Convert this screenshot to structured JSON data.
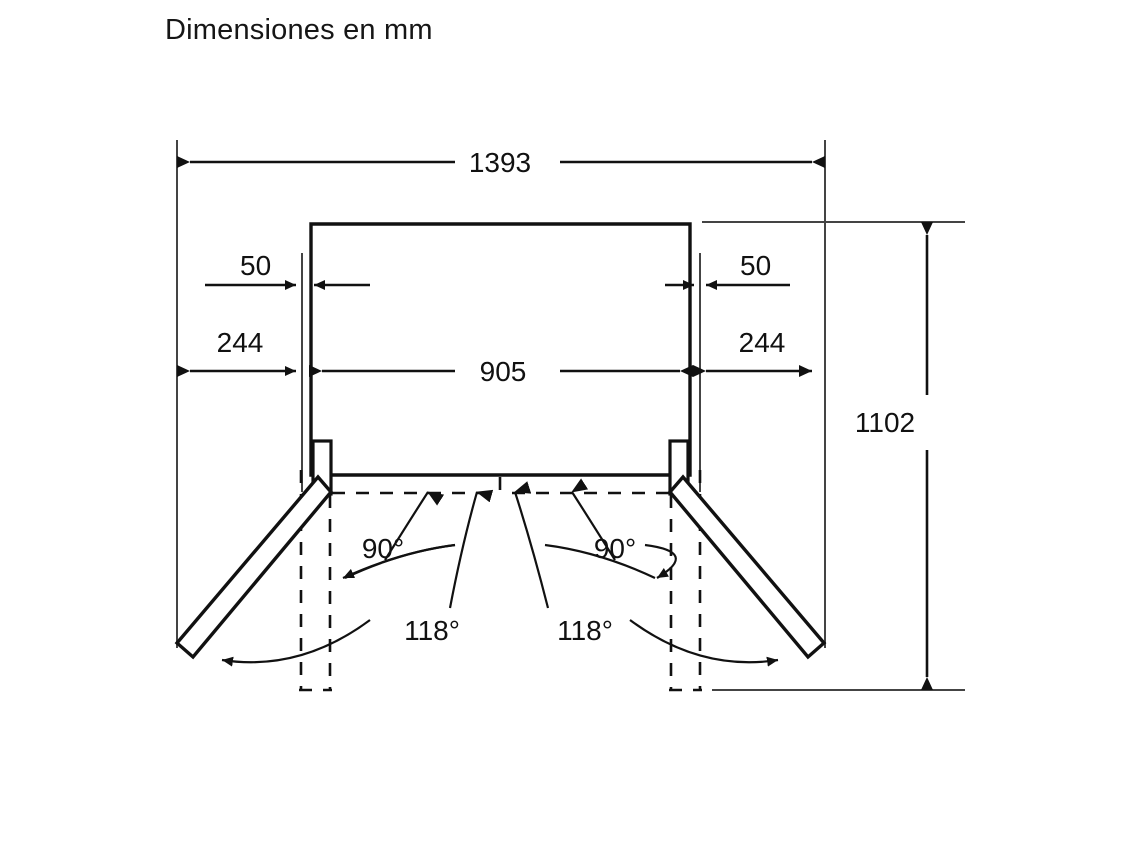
{
  "title": "Dimensiones en mm",
  "units": "mm",
  "drawing": {
    "type": "technical-dimension-drawing",
    "subject": "french-door-refrigerator-top-view-door-swing",
    "description": "Top view plan of a four-door refrigerator showing overall width, door projection depths and door opening angles",
    "colors": {
      "line": "#111111",
      "background": "#ffffff",
      "text": "#161616"
    },
    "dimensions": {
      "overall_width": "1393",
      "overall_depth": "1102",
      "cabinet_width": "905",
      "left_door_offset": "50",
      "right_door_offset": "50",
      "left_door_projection": "244",
      "right_door_projection": "244"
    },
    "angles": {
      "left_inner": "90°",
      "right_inner": "90°",
      "left_outer": "118°",
      "right_outer": "118°"
    }
  },
  "labels": {
    "width_1393": "1393",
    "depth_1102": "1102",
    "cabinet_905": "905",
    "left_50": "50",
    "right_50": "50",
    "left_244": "244",
    "right_244": "244",
    "angle_left_90": "90°",
    "angle_right_90": "90°",
    "angle_left_118": "118°",
    "angle_right_118": "118°"
  }
}
